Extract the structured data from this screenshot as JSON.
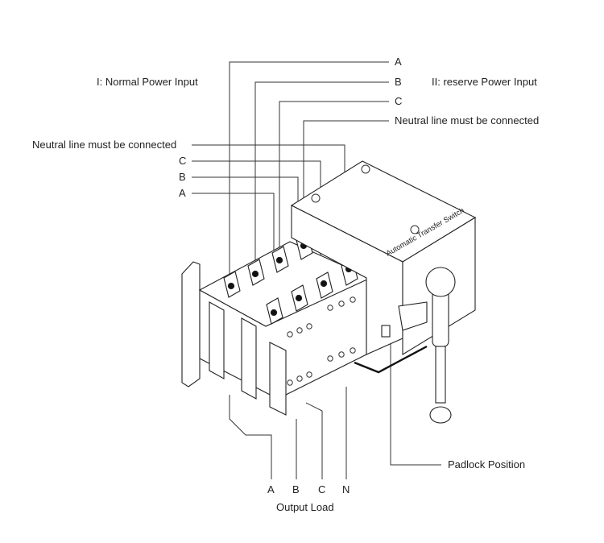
{
  "labels": {
    "normal_input": "I: Normal Power Input",
    "reserve_input": "II: reserve Power Input",
    "top_a": "A",
    "top_b": "B",
    "top_c": "C",
    "neutral_right": "Neutral line must be connected",
    "neutral_left": "Neutral line must be connected",
    "left_c": "C",
    "left_b": "B",
    "left_a": "A",
    "padlock": "Padlock Position",
    "out_a": "A",
    "out_b": "B",
    "out_c": "C",
    "out_n": "N",
    "output_load": "Output Load",
    "device_label": "Automatic Transfer Switch"
  }
}
